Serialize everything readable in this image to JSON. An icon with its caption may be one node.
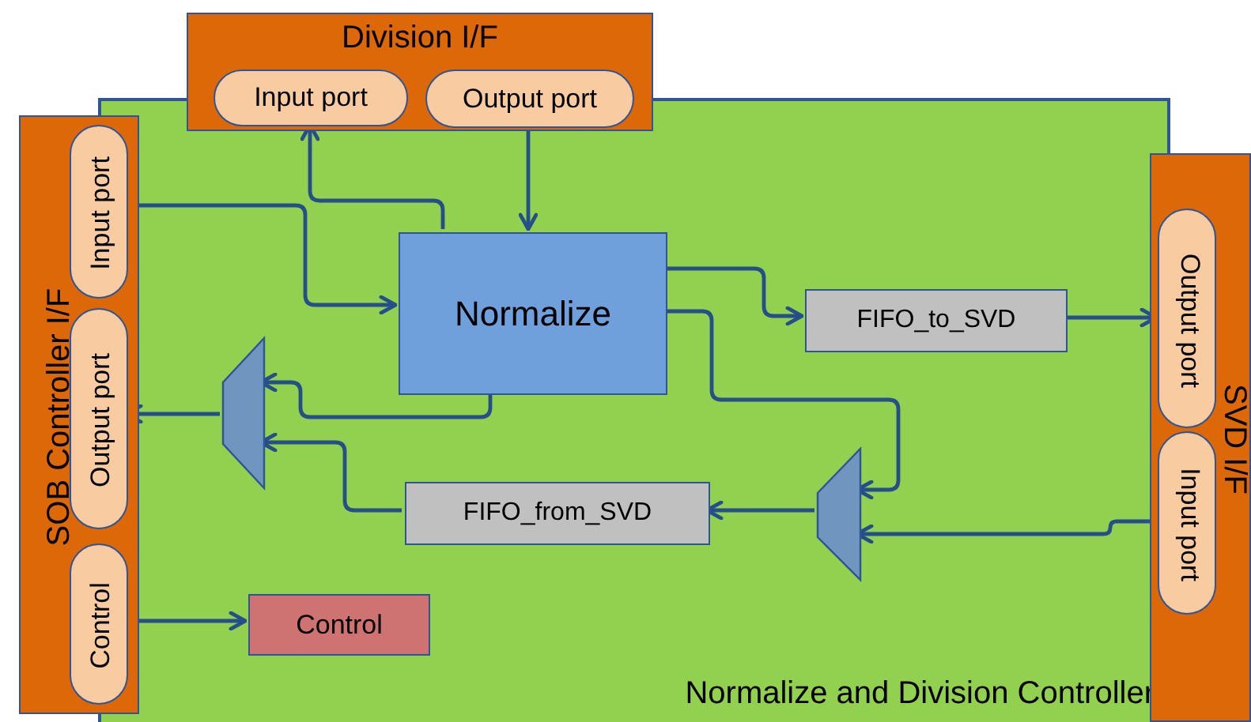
{
  "diagram": {
    "nodes": [
      {
        "text": [
          "Normalize and Division Controller"
        ]
      },
      {
        "text": [
          "Division I/F"
        ]
      },
      {
        "text": [
          "Input port"
        ],
        "in": 1
      },
      {
        "text": [
          "Output port"
        ],
        "in": 1
      },
      {
        "text": [
          "SOB Controller I/F"
        ]
      },
      {
        "text": [
          "Input port"
        ],
        "in": 4
      },
      {
        "text": [
          "Output port"
        ],
        "in": 4
      },
      {
        "text": [
          "Control"
        ],
        "in": 4
      },
      {
        "text": [
          "SVD I/F"
        ]
      },
      {
        "text": [
          "Output port"
        ],
        "in": 8
      },
      {
        "text": [
          "Input port"
        ],
        "in": 8
      },
      {
        "text": [
          "Normalize"
        ],
        "in": 0
      },
      {
        "text": [
          "FIFO_to_SVD"
        ],
        "in": 0
      },
      {
        "text": [
          "FIFO_from_SVD"
        ],
        "in": 0
      },
      {
        "text": [
          "Control"
        ],
        "in": 0
      },
      {
        "text": [],
        "shape": "trapezoid",
        "in": 0
      },
      {
        "text": [],
        "shape": "trapezoid",
        "in": 0
      }
    ],
    "edges": [
      {
        "from": 11,
        "to": 2,
        "arrow": "to"
      },
      {
        "from": 3,
        "to": 11,
        "arrow": "to"
      },
      {
        "from": 5,
        "to": 11,
        "arrow": "to"
      },
      {
        "from": 11,
        "to": 12,
        "arrow": "to"
      },
      {
        "from": 12,
        "to": 9,
        "arrow": "to"
      },
      {
        "from": 11,
        "to": 16,
        "arrow": "to"
      },
      {
        "from": 10,
        "to": 16,
        "arrow": "to"
      },
      {
        "from": 16,
        "to": 13,
        "arrow": "to"
      },
      {
        "from": 11,
        "to": 15,
        "arrow": "to"
      },
      {
        "from": 13,
        "to": 15,
        "arrow": "to"
      },
      {
        "from": 15,
        "to": 6,
        "arrow": "to"
      },
      {
        "from": 7,
        "to": 14,
        "arrow": "to"
      }
    ]
  }
}
